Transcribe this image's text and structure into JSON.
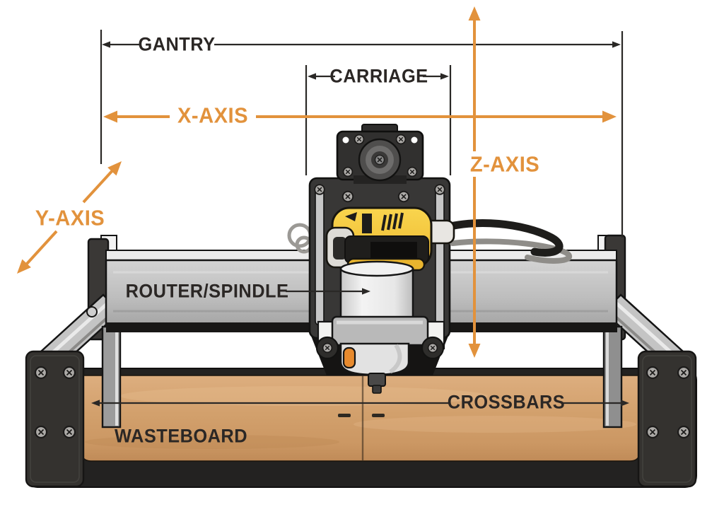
{
  "diagram": {
    "type": "CNC router anatomy diagram",
    "labels": {
      "gantry": "GANTRY",
      "carriage": "CARRIAGE",
      "x_axis": "X-AXIS",
      "y_axis": "Y-AXIS",
      "z_axis": "Z-AXIS",
      "router_spindle": "ROUTER/SPINDLE",
      "crossbars": "CROSSBARS",
      "wasteboard": "WASTEBOARD"
    },
    "colors": {
      "accent_orange": "#E2923C",
      "label_dark": "#2B2725",
      "wood": "#D5A373",
      "beam_gray": "#BEBEBE",
      "frame_black": "#2A2928",
      "router_yellow": "#F2C43C",
      "button_orange": "#E78A2E"
    }
  }
}
